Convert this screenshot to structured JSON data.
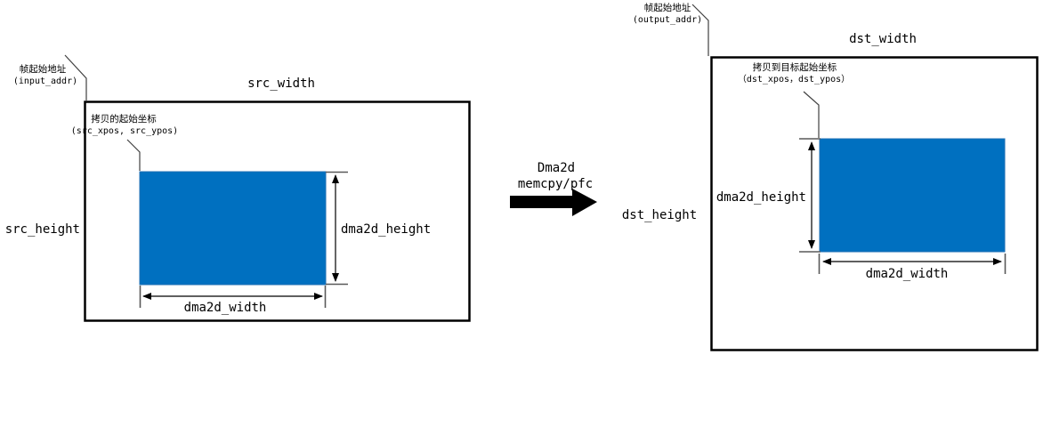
{
  "diagram": {
    "title_semantic": "DMA2D memcpy/pfc source-to-destination copy diagram",
    "source": {
      "frame_addr_label": "帧起始地址",
      "frame_addr_var": "(input_addr)",
      "width_label": "src_width",
      "height_label": "src_height",
      "copy_origin_label": "拷贝的起始坐标",
      "copy_origin_var": "(src_xpos, src_ypos)",
      "region_height_label": "dma2d_height",
      "region_width_label": "dma2d_width"
    },
    "transfer": {
      "line1": "Dma2d",
      "line2": "memcpy/pfc"
    },
    "destination": {
      "frame_addr_label": "帧起始地址",
      "frame_addr_var": "(output_addr)",
      "width_label": "dst_width",
      "height_label": "dst_height",
      "copy_origin_label": "拷贝到目标起始坐标",
      "copy_origin_var": "（dst_xpos，dst_ypos）",
      "region_height_label": "dma2d_height",
      "region_width_label": "dma2d_width"
    },
    "colors": {
      "region_fill": "#0070C0",
      "line": "#000000",
      "tick": "#595959"
    }
  }
}
